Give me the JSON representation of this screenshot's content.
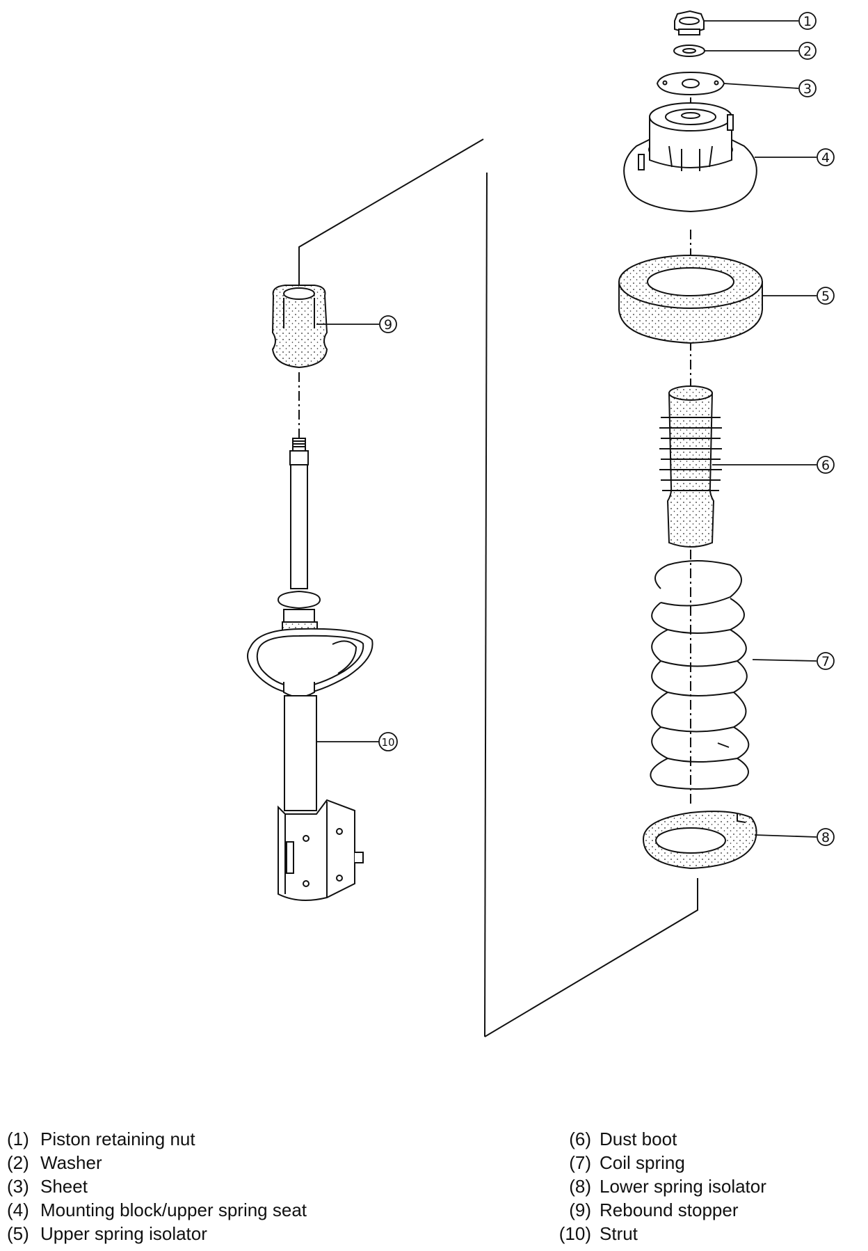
{
  "callouts": {
    "c1": "1",
    "c2": "2",
    "c3": "3",
    "c4": "4",
    "c5": "5",
    "c6": "6",
    "c7": "7",
    "c8": "8",
    "c9": "9",
    "c10": "10"
  },
  "legend": {
    "left": [
      {
        "num": "(1)",
        "label": "Piston retaining nut"
      },
      {
        "num": "(2)",
        "label": "Washer"
      },
      {
        "num": "(3)",
        "label": "Sheet"
      },
      {
        "num": "(4)",
        "label": "Mounting block/upper spring seat"
      },
      {
        "num": "(5)",
        "label": "Upper spring isolator"
      }
    ],
    "right": [
      {
        "num": "(6)",
        "label": "Dust boot"
      },
      {
        "num": "(7)",
        "label": "Coil spring"
      },
      {
        "num": "(8)",
        "label": "Lower spring isolator"
      },
      {
        "num": "(9)",
        "label": "Rebound stopper"
      },
      {
        "num": "(10)",
        "label": "Strut"
      }
    ]
  },
  "colors": {
    "line": "#111111",
    "background": "#ffffff"
  }
}
